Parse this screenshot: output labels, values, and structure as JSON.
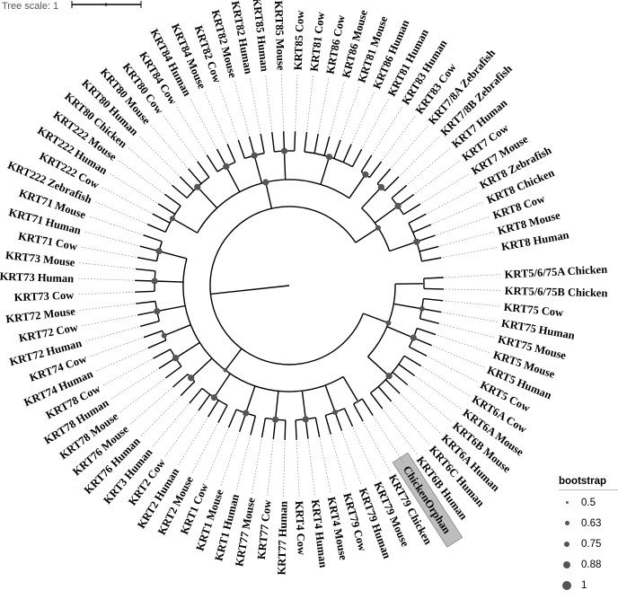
{
  "tree_scale": {
    "label": "Tree scale: 1"
  },
  "legend": {
    "title": "bootstrap",
    "items": [
      {
        "label": "0.5",
        "value": 0.5
      },
      {
        "label": "0.63",
        "value": 0.63
      },
      {
        "label": "0.75",
        "value": 0.75
      },
      {
        "label": "0.88",
        "value": 0.88
      },
      {
        "label": "1",
        "value": 1
      }
    ]
  },
  "highlight_leaf": "ChickenOrphan",
  "colors": {
    "branch": "#000000",
    "node_dot": "#555555",
    "highlight": "#bdbdbd",
    "guide": "#888888"
  },
  "leaves": [
    "KRT5/6/75A Chicken",
    "KRT5/6/75B Chicken",
    "KRT75 Cow",
    "KRT75 Human",
    "KRT75 Mouse",
    "KRT5 Mouse",
    "KRT5 Human",
    "KRT5 Cow",
    "KRT6A Cow",
    "KRT6A Mouse",
    "KRT6B Mouse",
    "KRT6A Human",
    "KRT6C Human",
    "KRT6B Human",
    "ChickenOrphan",
    "KRT79 Chicken",
    "KRT79 Mouse",
    "KRT79 Human",
    "KRT79 Cow",
    "KRT4 Mouse",
    "KRT4 Human",
    "KRT4 Cow",
    "KRT77 Human",
    "KRT77 Cow",
    "KRT77 Mouse",
    "KRT1 Human",
    "KRT1 Mouse",
    "KRT1 Cow",
    "KRT2 Mouse",
    "KRT2 Human",
    "KRT2 Cow",
    "KRT3 Human",
    "KRT76 Human",
    "KRT76 Mouse",
    "KRT78 Mouse",
    "KRT78 Human",
    "KRT78 Cow",
    "KRT74 Human",
    "KRT74 Cow",
    "KRT72 Human",
    "KRT72 Cow",
    "KRT72 Mouse",
    "KRT73 Cow",
    "KRT73 Human",
    "KRT73 Mouse",
    "KRT71 Cow",
    "KRT71 Human",
    "KRT71 Mouse",
    "KRT222 Zebrafish",
    "KRT222 Cow",
    "KRT222 Human",
    "KRT222 Mouse",
    "KRT80 Chicken",
    "KRT80 Human",
    "KRT80 Mouse",
    "KRT80 Cow",
    "KRT84 Cow",
    "KRT84 Human",
    "KRT84 Mouse",
    "KRT82 Cow",
    "KRT82 Mouse",
    "KRT82 Human",
    "KRT85 Human",
    "KRT85 Mouse",
    "KRT85 Cow",
    "KRT81 Cow",
    "KRT86 Cow",
    "KRT86 Mouse",
    "KRT81 Mouse",
    "KRT86 Human",
    "KRT81 Human",
    "KRT83 Human",
    "KRT83 Cow",
    "KRT7/8A Zebrafish",
    "KRT7/8B Zebrafish",
    "KRT7 Human",
    "KRT7 Cow",
    "KRT7 Mouse",
    "KRT8 Zebrafish",
    "KRT8 Chicken",
    "KRT8 Cow",
    "KRT8 Mouse",
    "KRT8 Human"
  ],
  "groups": [
    {
      "start": 0,
      "end": 1,
      "bootstrap": 0.5
    },
    {
      "start": 2,
      "end": 4,
      "bootstrap": 0.88
    },
    {
      "start": 5,
      "end": 7,
      "bootstrap": 1
    },
    {
      "start": 8,
      "end": 13,
      "bootstrap": 1
    },
    {
      "start": 14,
      "end": 15,
      "bootstrap": 0.5
    },
    {
      "start": 16,
      "end": 18,
      "bootstrap": 0.88
    },
    {
      "start": 19,
      "end": 21,
      "bootstrap": 1
    },
    {
      "start": 22,
      "end": 24,
      "bootstrap": 1
    },
    {
      "start": 25,
      "end": 27,
      "bootstrap": 1
    },
    {
      "start": 28,
      "end": 31,
      "bootstrap": 1
    },
    {
      "start": 32,
      "end": 33,
      "bootstrap": 1
    },
    {
      "start": 34,
      "end": 36,
      "bootstrap": 1
    },
    {
      "start": 37,
      "end": 38,
      "bootstrap": 0.88
    },
    {
      "start": 39,
      "end": 41,
      "bootstrap": 1
    },
    {
      "start": 42,
      "end": 44,
      "bootstrap": 1
    },
    {
      "start": 45,
      "end": 47,
      "bootstrap": 1
    },
    {
      "start": 48,
      "end": 51,
      "bootstrap": 0.88
    },
    {
      "start": 52,
      "end": 55,
      "bootstrap": 1
    },
    {
      "start": 56,
      "end": 58,
      "bootstrap": 1
    },
    {
      "start": 59,
      "end": 61,
      "bootstrap": 1
    },
    {
      "start": 62,
      "end": 64,
      "bootstrap": 1
    },
    {
      "start": 65,
      "end": 70,
      "bootstrap": 1
    },
    {
      "start": 71,
      "end": 72,
      "bootstrap": 1
    },
    {
      "start": 73,
      "end": 74,
      "bootstrap": 1
    },
    {
      "start": 75,
      "end": 77,
      "bootstrap": 1
    },
    {
      "start": 78,
      "end": 82,
      "bootstrap": 1
    }
  ],
  "clades": [
    {
      "start": 0,
      "end": 13,
      "bootstrap": 0.88
    },
    {
      "start": 14,
      "end": 47,
      "bootstrap": 0.75
    },
    {
      "start": 48,
      "end": 72,
      "bootstrap": 1
    },
    {
      "start": 73,
      "end": 82,
      "bootstrap": 0.88
    }
  ]
}
